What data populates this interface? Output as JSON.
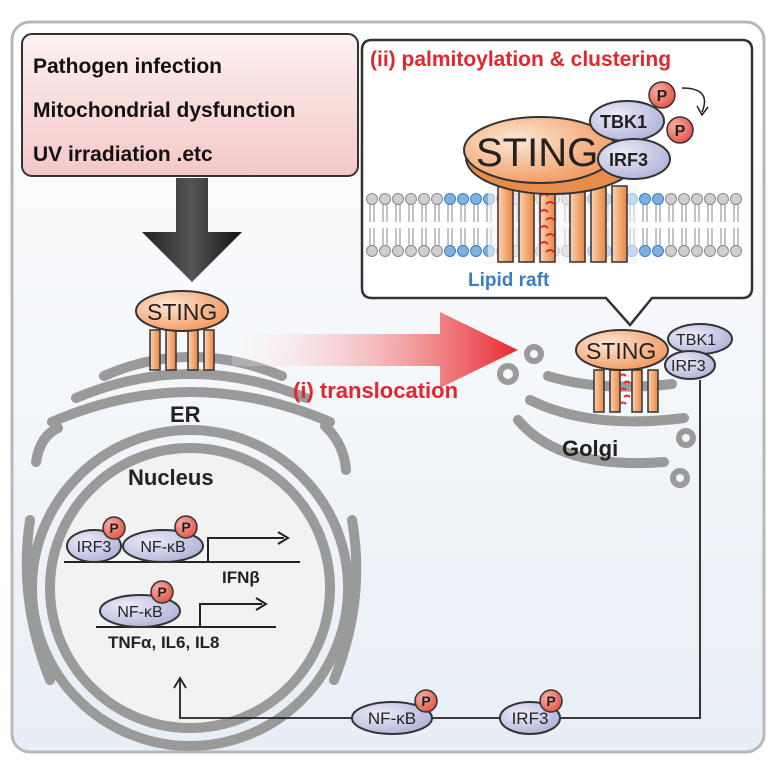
{
  "stimuli": {
    "items": [
      "Pathogen infection",
      "Mitochondrial dysfunction",
      "UV irradiation .etc"
    ]
  },
  "callout": {
    "title": "(ii) palmitoylation & clustering",
    "sting": "STING",
    "tbk1": "TBK1",
    "irf3": "IRF3",
    "phospho": "P",
    "raft_label": "Lipid raft"
  },
  "er": {
    "sting": "STING",
    "label": "ER"
  },
  "translocation": {
    "label": "(i) translocation"
  },
  "golgi": {
    "sting": "STING",
    "tbk1": "TBK1",
    "irf3": "IRF3",
    "label": "Golgi"
  },
  "nucleus": {
    "label": "Nucleus",
    "irf3": "IRF3",
    "nfkb": "NF-κB",
    "gene1": "IFNβ",
    "gene2": "TNFα, IL6, IL8",
    "phospho": "P"
  },
  "signal_path": {
    "nfkb": "NF-κB",
    "irf3": "IRF3",
    "phospho": "P"
  },
  "colors": {
    "sting_orange": "#f5a36a",
    "arrow_red": "#e8262c",
    "title_red": "#e3262c",
    "raft_blue": "#3b7dc4",
    "protein_lavender": "#c9cbe8",
    "phospho_red": "#e8584a",
    "membrane_gray": "#9a9a9a"
  }
}
